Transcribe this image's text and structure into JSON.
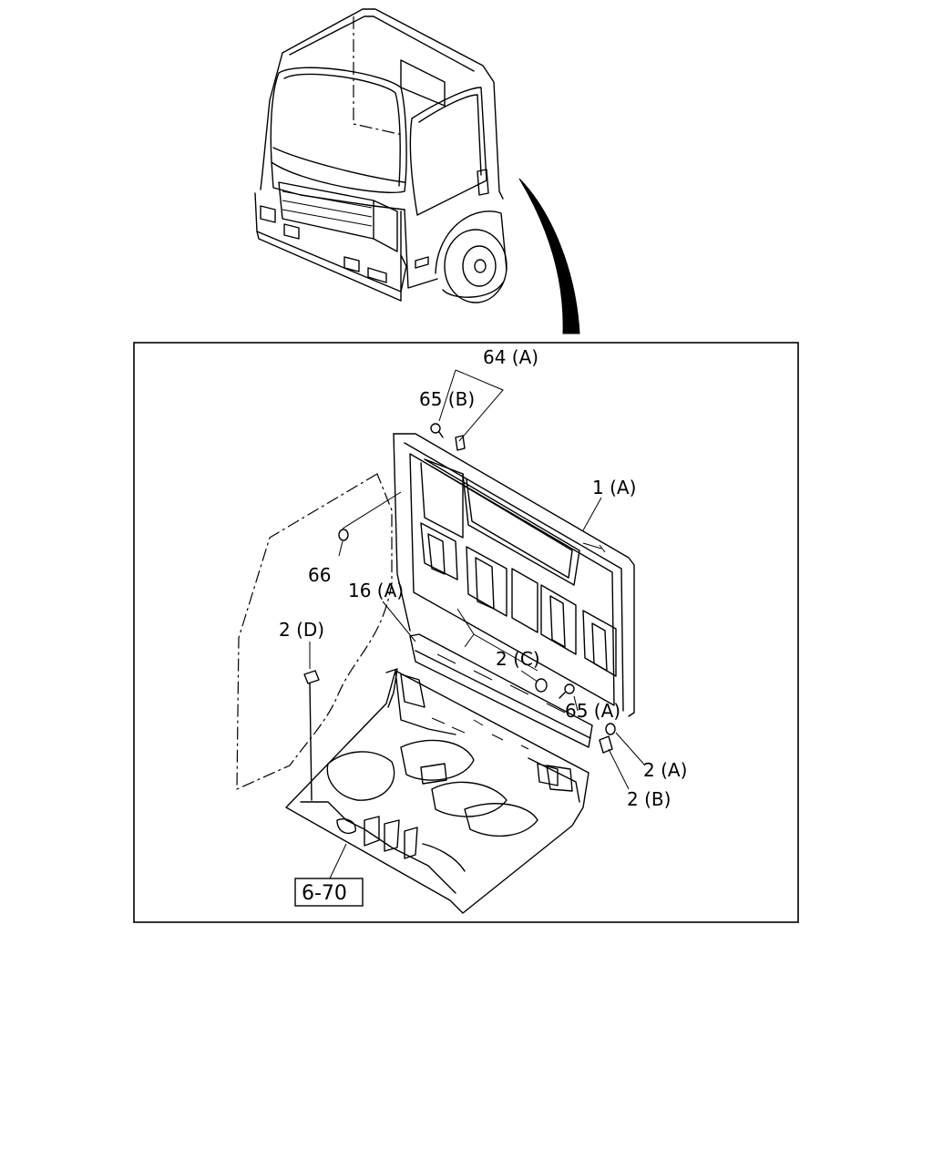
{
  "callouts": {
    "c64a": "64 (A)",
    "c65b": "65 (B)",
    "c1a": "1 (A)",
    "c66": "66",
    "c16a": "16 (A)",
    "c2d": "2 (D)",
    "c2c": "2 (C)",
    "c65a": "65 (A)",
    "c2a": "2 (A)",
    "c2b": "2 (B)"
  },
  "ref_box": {
    "label": "6-70"
  },
  "colors": {
    "line": "#000000",
    "background": "#ffffff"
  }
}
